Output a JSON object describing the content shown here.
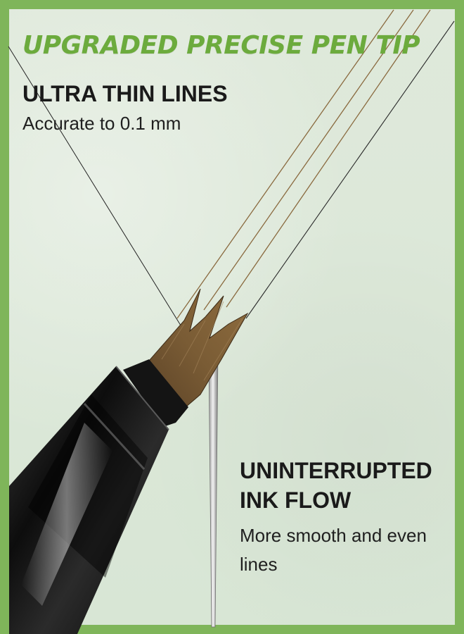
{
  "headline": "UPGRADED PRECISE PEN TIP",
  "feature_1": {
    "title": "ULTRA THIN LINES",
    "subtitle": "Accurate to 0.1 mm"
  },
  "feature_2": {
    "title": "UNINTERRUPTED INK FLOW",
    "subtitle": "More smooth and even lines"
  },
  "colors": {
    "border_green": "#7fb55a",
    "headline_green": "#6cab3d",
    "background_mint": "#dbe7d7",
    "brush_brown": "#6b5130",
    "pen_black": "#111111"
  },
  "icons": [
    "pen-tip-illustration",
    "needle-illustration"
  ]
}
